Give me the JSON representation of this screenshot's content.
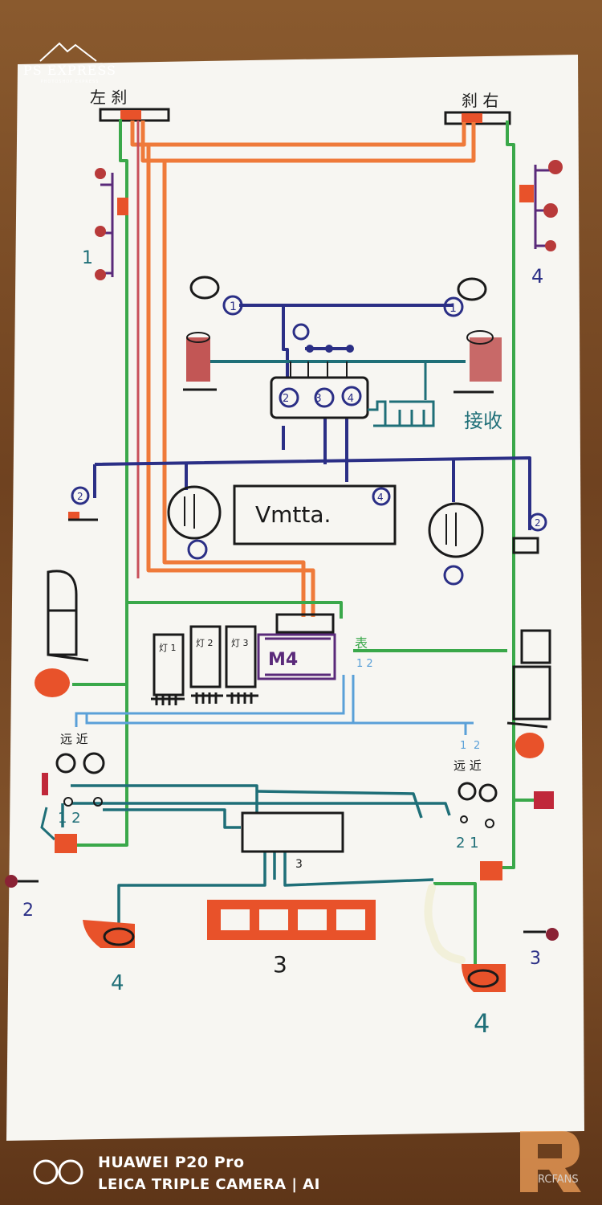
{
  "labels": {
    "top_left_lamp": "左 刹",
    "top_right_lamp": "刹 右",
    "left_cluster_num": "1",
    "right_cluster_num": "4",
    "motor_label": "Vmtta.",
    "servo_num_4": "4",
    "connector_label": "接收",
    "board_label": "M4",
    "lamp_1": "灯 1",
    "lamp_2": "灯 2",
    "lamp_3": "灯 3",
    "lamp_3b": "灯 3",
    "side_b_label": "表",
    "side_nums": "1 2",
    "far_near_left": "远 近",
    "far_near_right": "远 近",
    "bottom_left_num": "2",
    "bottom_right_num": "3",
    "bottom_left_horn_num": "4",
    "bottom_right_horn_num": "4",
    "light_bar_num": "3",
    "hub_num": "3",
    "left_sw_nums": "1  2",
    "right_sw_nums": "2   1",
    "top_blue_num_1": "1",
    "top_right_num": "1",
    "switch_nums": "2 3 4",
    "mid_left_num": "2",
    "mid_right_num": "2",
    "lamp_num_3": "3",
    "lamp_num_3b": "3",
    "blue_side_1": "1",
    "blue_side_2": "2"
  },
  "overlays": {
    "ps_brand": "PS EXPRESS",
    "ps_sub": "PHOTOSHOP EXPRESS",
    "camera_model": "HUAWEI P20 Pro",
    "camera_sub": "LEICA TRIPLE CAMERA | AI",
    "rcfans": "RCFANS"
  },
  "colors": {
    "paper": "#f7f6f2",
    "wire_green": "#3aa84a",
    "wire_orange": "#ef7a3a",
    "wire_navy": "#2b2f86",
    "wire_teal": "#1f6f78",
    "wire_blue": "#5aa0d8",
    "lamp_red": "#e8522a",
    "pen_black": "#1a1a1a",
    "purple": "#5a2a7a"
  }
}
